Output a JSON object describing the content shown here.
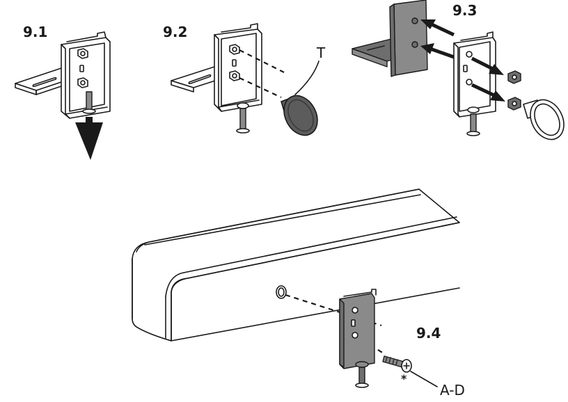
{
  "steps": {
    "s1": "9.1",
    "s2": "9.2",
    "s3": "9.3",
    "s4": "9.4"
  },
  "parts": {
    "knob": "T",
    "screw": "A-D",
    "screw_note": "*"
  }
}
